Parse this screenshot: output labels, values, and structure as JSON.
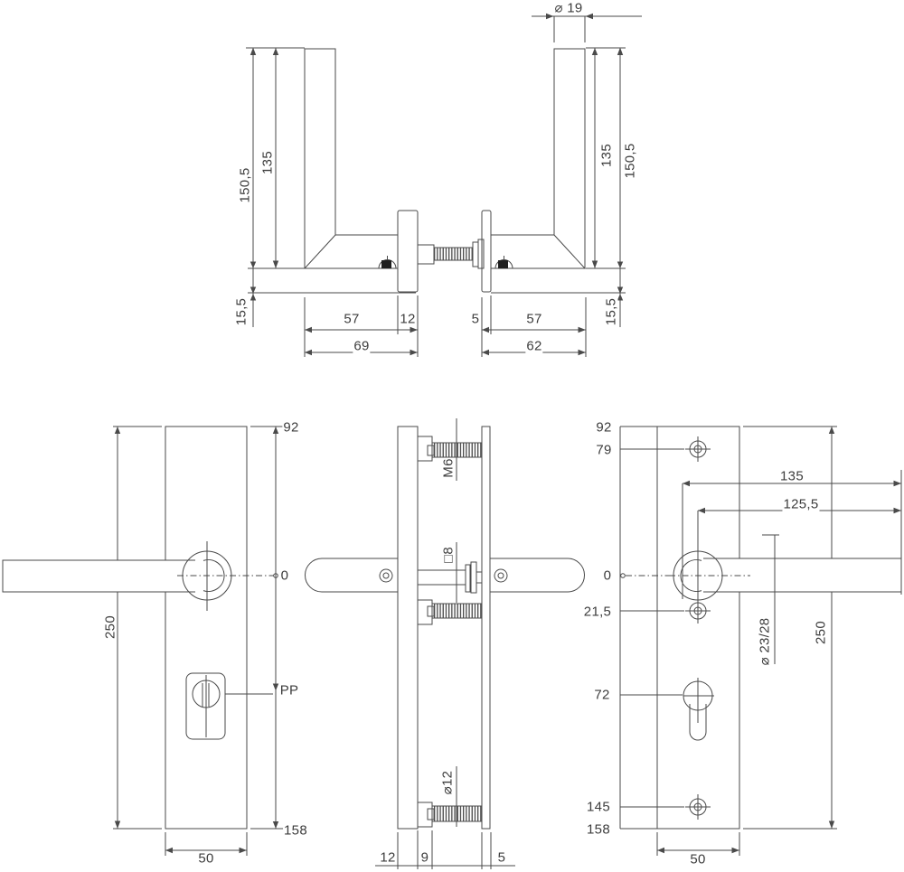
{
  "drawing": {
    "top_view": {
      "grip_diameter": "⌀ 19",
      "left": {
        "total_height": "150,5",
        "grip_height": "135",
        "base_offset": "15,5",
        "grip_width": "57",
        "rosette_thickness": "12",
        "total_width": "69"
      },
      "right": {
        "grip_height": "135",
        "total_height": "150,5",
        "base_offset": "15,5",
        "rosette_thickness": "5",
        "grip_width": "57",
        "total_width": "62"
      }
    },
    "front_view": {
      "top_hole": "92",
      "zero": "0",
      "cylinder": "PP",
      "bottom_hole": "158",
      "plate_height": "250",
      "plate_width": "50"
    },
    "side_view": {
      "top_screw": "M6",
      "spindle": "□8",
      "bottom_screw": "⌀12",
      "outer_thickness": "12",
      "boss_depth": "9",
      "inner_thickness": "5",
      "ruler": [
        "92",
        "79",
        "0",
        "21,5",
        "72",
        "145",
        "158"
      ]
    },
    "back_view": {
      "handle_length": "135",
      "handle_inner_length": "125,5",
      "neck_diameter": "⌀ 23/28",
      "plate_height": "250",
      "plate_width": "50"
    }
  }
}
